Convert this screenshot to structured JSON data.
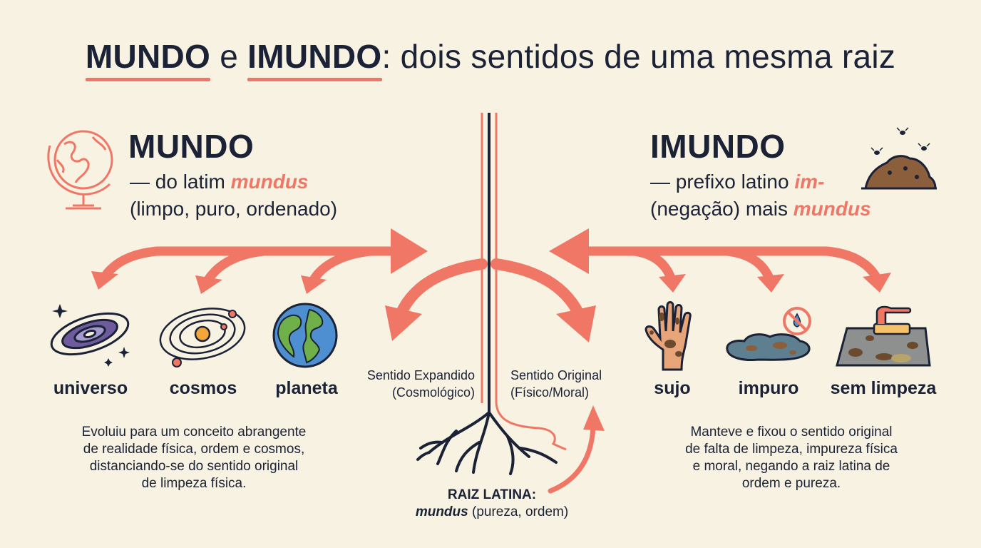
{
  "title": {
    "word1": "MUNDO",
    "connector": " e ",
    "word2": "IMUNDO",
    "rest": ": dois sentidos de uma mesma raiz"
  },
  "left": {
    "heading": "MUNDO",
    "line1_prefix": "— do latim ",
    "line1_accent": "mundus",
    "line2": "(limpo, puro, ordenado)",
    "icon_items": [
      {
        "label": "universo",
        "icon": "galaxy-icon"
      },
      {
        "label": "cosmos",
        "icon": "solar-system-icon"
      },
      {
        "label": "planeta",
        "icon": "earth-icon"
      }
    ],
    "sense_line1": "Sentido Expandido",
    "sense_line2": "(Cosmológico)",
    "description": [
      "Evoluiu para um conceito abrangente",
      "de realidade física, ordem e cosmos,",
      "distanciando-se do sentido original",
      "de limpeza física."
    ]
  },
  "right": {
    "heading": "IMUNDO",
    "line1_prefix": "— prefixo latino ",
    "line1_accent": "im-",
    "line2_prefix": "(negação) mais ",
    "line2_accent": "mundus",
    "icon_items": [
      {
        "label": "sujo",
        "icon": "dirty-hand-icon"
      },
      {
        "label": "impuro",
        "icon": "spill-icon"
      },
      {
        "label": "sem limpeza",
        "icon": "dirty-floor-brush-icon"
      }
    ],
    "sense_line1": "Sentido Original",
    "sense_line2": "(Físico/Moral)",
    "description": [
      "Manteve e fixou o sentido original",
      "de falta de limpeza, impureza física",
      "e moral, negando a raiz latina de",
      "ordem e pureza."
    ]
  },
  "root": {
    "caption_line1": "RAIZ LATINA:",
    "caption_accent": "mundus",
    "caption_rest": " (pureza, ordem)"
  },
  "colors": {
    "accent": "#f07766",
    "ink": "#1b2236",
    "background": "#f8f2e3"
  }
}
